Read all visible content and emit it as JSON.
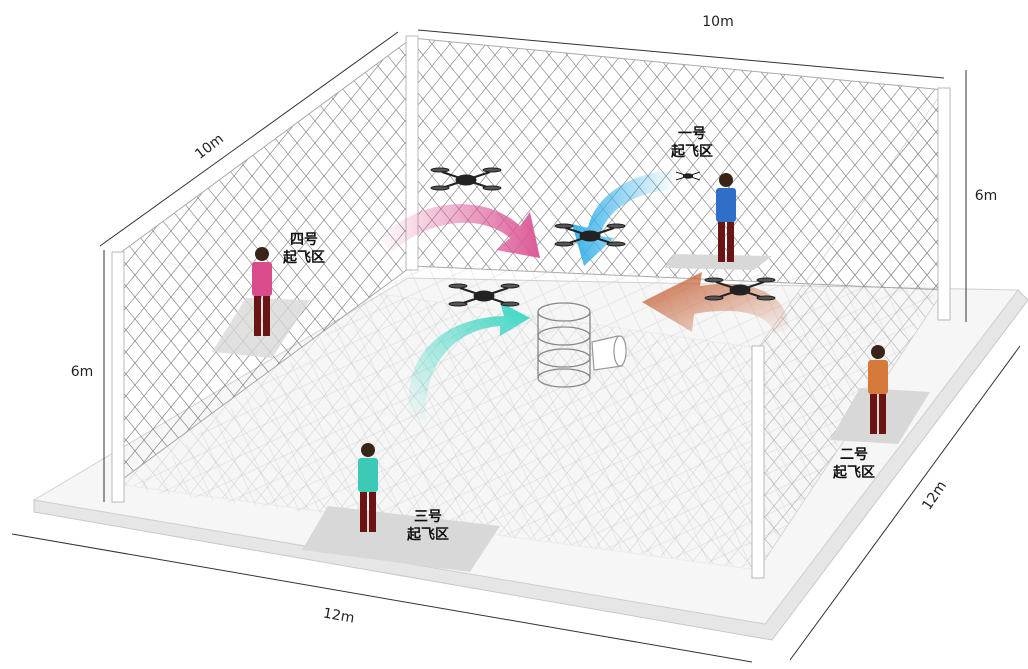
{
  "dimensions": {
    "top_width": "10m",
    "left_depth": "10m",
    "right_height": "6m",
    "left_height": "6m",
    "bottom_width": "12m",
    "right_depth": "12m"
  },
  "zones": [
    {
      "line1": "一号",
      "line2": "起飞区",
      "shirt": "#2f6fc7",
      "arrow": "#3bb2ea"
    },
    {
      "line1": "二号",
      "line2": "起飞区",
      "shirt": "#d67a3c",
      "arrow": "#c8683f"
    },
    {
      "line1": "三号",
      "line2": "起飞区",
      "shirt": "#3cc9b5",
      "arrow": "#38d6c3"
    },
    {
      "line1": "四号",
      "line2": "起飞区",
      "shirt": "#d94b8a",
      "arrow": "#dc5a97"
    }
  ],
  "colors": {
    "floor": "#f4f4f4",
    "base": "#e4e4e4",
    "net": "#8a8a8a",
    "pad": "#dcdcdc",
    "trousers": "#6b1414"
  },
  "objects": {
    "obstacle": "cylinder-hoop",
    "tunnel": "tube-tunnel",
    "drone": "quadcopter"
  }
}
